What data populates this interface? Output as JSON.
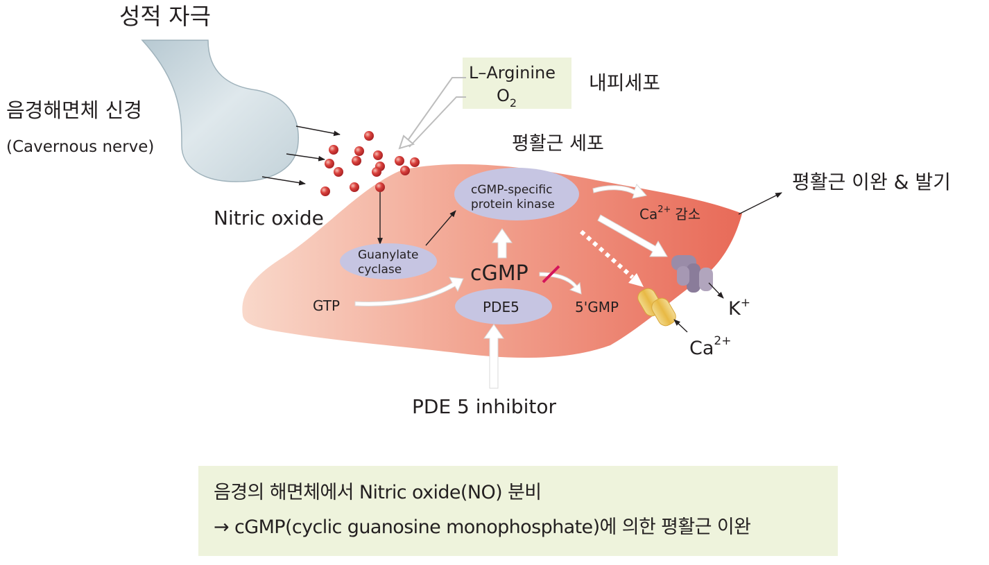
{
  "labels": {
    "stimulus": "성적 자극",
    "nerve_kr": "음경해면체 신경",
    "nerve_en": "(Cavernous nerve)",
    "nitric_oxide": "Nitric oxide",
    "arginine": "L–Arginine",
    "oxygen": "O",
    "oxygen_sub": "2",
    "endothelial": "내피세포",
    "smooth_muscle": "평활근 세포",
    "result": "평활근 이완 & 발기",
    "kinase_line1": "cGMP-specific",
    "kinase_line2": "protein kinase",
    "ca_decrease": "Ca",
    "ca_decrease_sup": "2+",
    "ca_decrease_text": "감소",
    "guanylate_line1": "Guanylate",
    "guanylate_line2": "cyclase",
    "cgmp": "cGMP",
    "gtp": "GTP",
    "pde5": "PDE5",
    "five_gmp": "5'GMP",
    "potassium": "K",
    "potassium_sup": "+",
    "calcium": "Ca",
    "calcium_sup": "2+",
    "inhibitor": "PDE 5 inhibitor"
  },
  "summary": {
    "line1": "음경의 해면체에서 Nitric oxide(NO) 분비",
    "line2": "→ cGMP(cyclic guanosine monophosphate)에 의한 평활근 이완"
  },
  "colors": {
    "cell_light": "#f8d3c3",
    "cell_dark": "#e8705f",
    "nerve": "#c9d7de",
    "enzyme": "#c6c5e2",
    "no_dot": "#c8302f",
    "k_channel": "#9a8ca8",
    "ca_channel": "#e8c25c",
    "box_green": "#eef3dc",
    "block_mark": "#d4145a"
  }
}
